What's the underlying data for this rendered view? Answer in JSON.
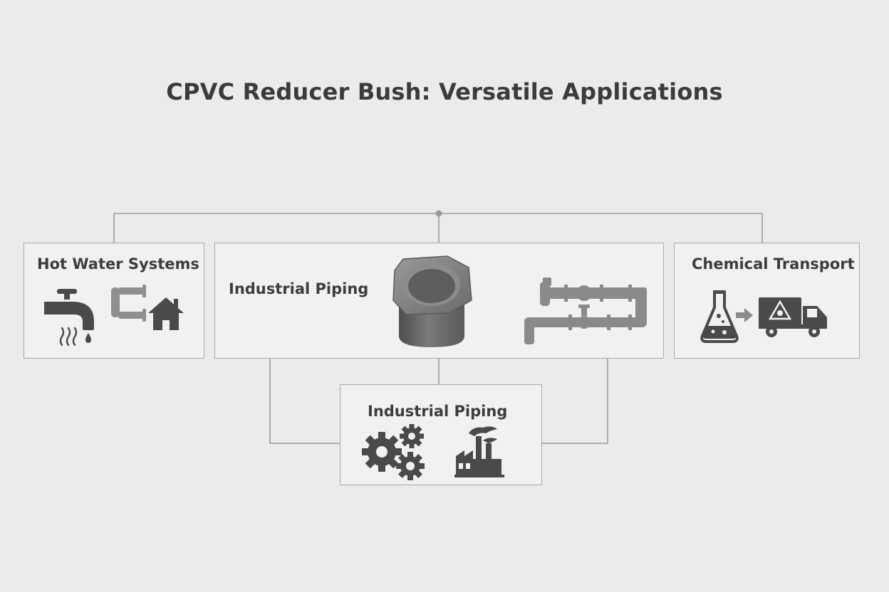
{
  "title": "CPVC Reducer Bush: Versatile Applications",
  "boxes": {
    "hot_water": {
      "label": "Hot Water Systems",
      "icons": [
        "faucet-icon",
        "heat-icon",
        "water-drop-icon",
        "pipe-fitting-icon",
        "house-icon"
      ]
    },
    "industrial_main": {
      "label": "Industrial Piping",
      "icons": [
        "reducer-bush-icon",
        "pipe-network-icon"
      ]
    },
    "chemical": {
      "label": "Chemical Transport",
      "icons": [
        "flask-icon",
        "arrow-right-icon",
        "hazmat-truck-icon"
      ]
    },
    "industrial_sub": {
      "label": "Industrial Piping",
      "icons": [
        "gears-icon",
        "factory-icon"
      ]
    }
  },
  "colors": {
    "background": "#ebebeb",
    "box_fill": "#f1f1f1",
    "box_border": "#a9a9a9",
    "icon": "#4a4a4a",
    "connector": "#9a9a9a"
  }
}
